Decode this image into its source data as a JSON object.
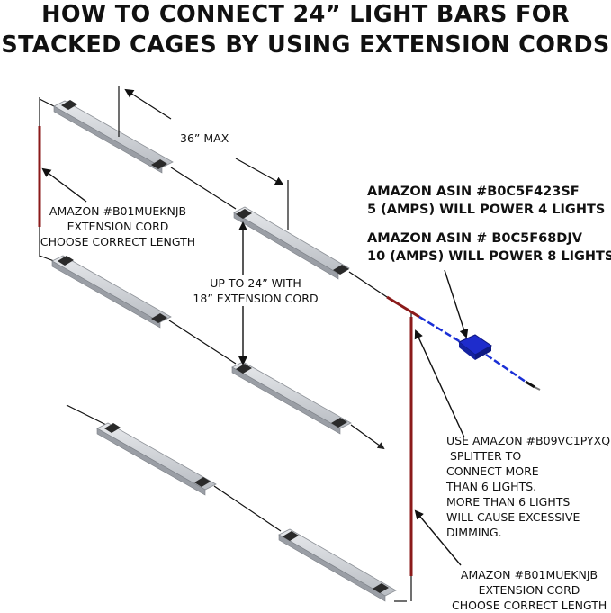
{
  "title": {
    "line1": "HOW TO CONNECT 24” LIGHT BARS FOR",
    "line2": "STACKED CAGES BY USING EXTENSION CORDS"
  },
  "labels": {
    "max_spacing": "36” MAX",
    "cord_top": [
      "AMAZON #B01MUEKNJB",
      "EXTENSION CORD",
      "CHOOSE CORRECT LENGTH"
    ],
    "vertical_spacing": [
      "UP TO 24” WITH",
      "18” EXTENSION CORD"
    ],
    "adapter_5a": [
      "AMAZON ASIN #B0C5F423SF",
      "5 (AMPS) WILL POWER 4 LIGHTS"
    ],
    "adapter_10a": [
      "AMAZON ASIN # B0C5F68DJV",
      "10 (AMPS) WILL POWER 8 LIGHTS"
    ],
    "splitter_note": [
      "USE AMAZON #B09VC1PYXQ",
      " SPLITTER TO",
      "CONNECT MORE",
      "THAN 6 LIGHTS.",
      "MORE THAN 6 LIGHTS",
      "WILL CAUSE EXCESSIVE",
      "DIMMING."
    ],
    "cord_bottom": [
      "AMAZON #B01MUEKNJB",
      "EXTENSION CORD",
      "CHOOSE CORRECT LENGTH"
    ]
  },
  "colors": {
    "extension_cord": "#8b1a1a",
    "power_adapter": "#1a2fd6",
    "light_bar": "#c9cdd2",
    "clip": "#2a2a2a"
  }
}
